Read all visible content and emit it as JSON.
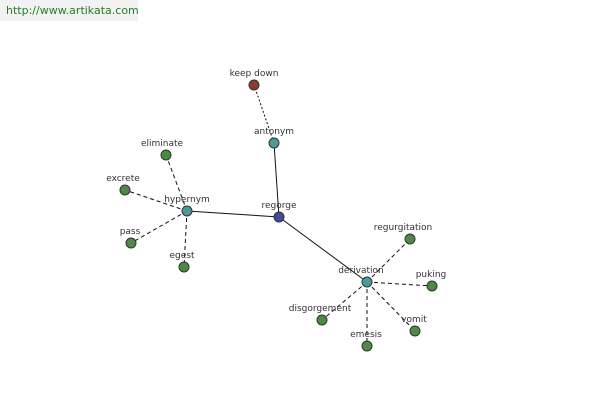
{
  "watermark": {
    "text": "http://www.artikata.com"
  },
  "colors": {
    "center": "#3b4f9e",
    "relation": "#4a9a9a",
    "leaf": "#4e8a45",
    "antonym_leaf": "#8c3a30",
    "stroke": "#333333"
  },
  "nodes": [
    {
      "id": "regorge",
      "label": "regorge",
      "kind": "center"
    },
    {
      "id": "hypernym",
      "label": "hypernym",
      "kind": "relation"
    },
    {
      "id": "antonym",
      "label": "antonym",
      "kind": "relation"
    },
    {
      "id": "derivation",
      "label": "derivation",
      "kind": "relation"
    },
    {
      "id": "keep-down",
      "label": "keep down",
      "kind": "antonym_leaf"
    },
    {
      "id": "eliminate",
      "label": "eliminate",
      "kind": "leaf"
    },
    {
      "id": "excrete",
      "label": "excrete",
      "kind": "leaf"
    },
    {
      "id": "pass",
      "label": "pass",
      "kind": "leaf"
    },
    {
      "id": "egest",
      "label": "egest",
      "kind": "leaf"
    },
    {
      "id": "regurgitation",
      "label": "regurgitation",
      "kind": "leaf"
    },
    {
      "id": "puking",
      "label": "puking",
      "kind": "leaf"
    },
    {
      "id": "vomit",
      "label": "vomit",
      "kind": "leaf"
    },
    {
      "id": "emesis",
      "label": "emesis",
      "kind": "leaf"
    },
    {
      "id": "disgorgement",
      "label": "disgorgement",
      "kind": "leaf"
    }
  ],
  "edges": [
    {
      "from": "regorge",
      "to": "hypernym",
      "style": "solid"
    },
    {
      "from": "regorge",
      "to": "antonym",
      "style": "solid"
    },
    {
      "from": "regorge",
      "to": "derivation",
      "style": "solid"
    },
    {
      "from": "antonym",
      "to": "keep-down",
      "style": "dotted"
    },
    {
      "from": "hypernym",
      "to": "eliminate",
      "style": "dashed"
    },
    {
      "from": "hypernym",
      "to": "excrete",
      "style": "dashed"
    },
    {
      "from": "hypernym",
      "to": "pass",
      "style": "dashed"
    },
    {
      "from": "hypernym",
      "to": "egest",
      "style": "dashed"
    },
    {
      "from": "derivation",
      "to": "regurgitation",
      "style": "dashed"
    },
    {
      "from": "derivation",
      "to": "puking",
      "style": "dashed"
    },
    {
      "from": "derivation",
      "to": "vomit",
      "style": "dashed"
    },
    {
      "from": "derivation",
      "to": "emesis",
      "style": "dashed"
    },
    {
      "from": "derivation",
      "to": "disgorgement",
      "style": "dashed"
    }
  ]
}
